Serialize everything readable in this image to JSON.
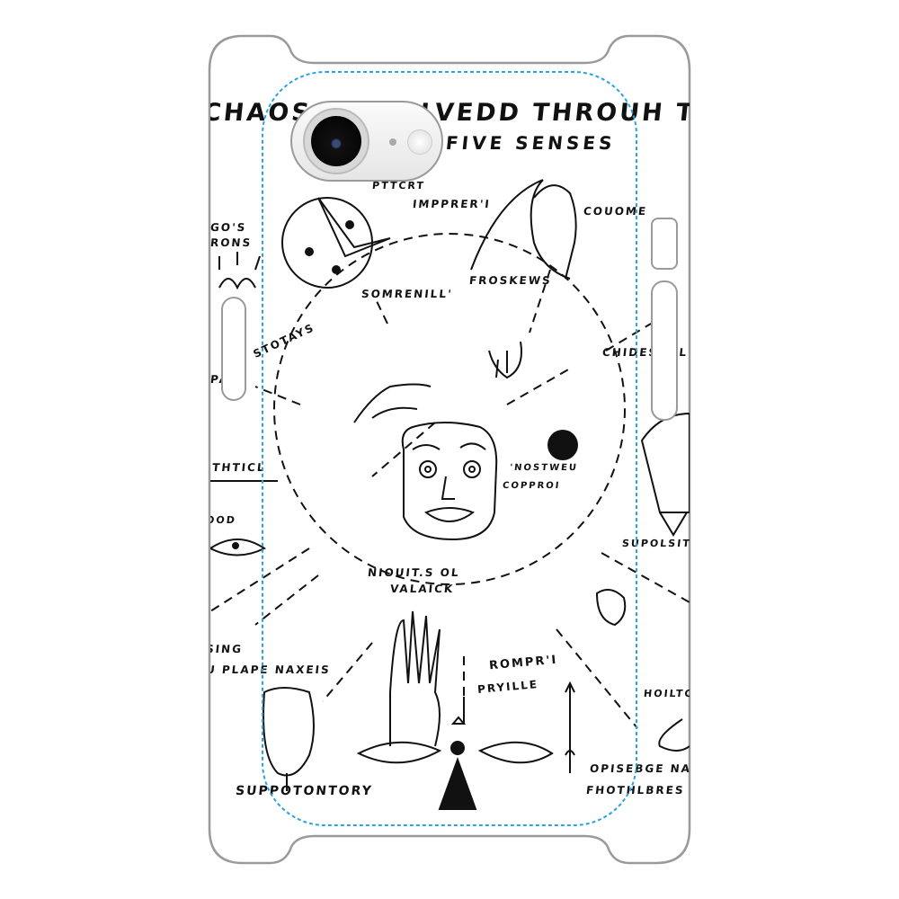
{
  "artwork": {
    "title": "CHAOS OF SOLVEDD THROUH THE",
    "subtitle": "FIVE SENSES",
    "labels": {
      "upper_left_1": "GO'S",
      "upper_left_2": "RONS",
      "top_1": "PTTCRT",
      "top_2": "IMPPRER'I",
      "top_right": "COUOME",
      "somrenill": "SOMRENILL'",
      "froskews": "FROSKEWS",
      "stotays": "STOTAYS",
      "left_p": "PA",
      "chides": "CHIDES ISL",
      "othticl": "OTHTICL",
      "nostweu": "'NOSTWEU",
      "copprol": "COPPROI",
      "od": "OOD",
      "supolsite": "SUPOLSITE",
      "nioutsol": "NIOUIT.S OL",
      "valaick": "VALAICK",
      "sing": "SING",
      "plape": "U PLAPE NAXEIS",
      "rompr": "ROMPR'I",
      "pryille": "PRYILLE",
      "hoiltc": "HOILTC",
      "suppotontory": "SUPPOTONTORY",
      "opisebge": "OPISEBGE NAN",
      "fhothlbres": "FHOTHLBRES A"
    }
  },
  "colors": {
    "case_outline": "#9a9a9a",
    "safe_area": "#29a3e0",
    "ink": "#111111"
  }
}
